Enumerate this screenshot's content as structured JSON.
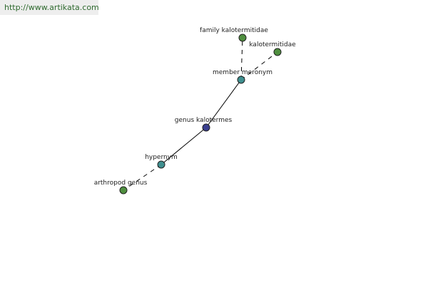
{
  "watermark": {
    "text": "http://www.artikata.com"
  },
  "colors": {
    "center": "#3a3f8f",
    "relation": "#3f8f8f",
    "leaf": "#4f8f3f"
  },
  "graph": {
    "nodes": [
      {
        "id": "genus_kalotermes",
        "label": "genus kalotermes",
        "kind": "center"
      },
      {
        "id": "member_meronym",
        "label": "member meronym",
        "kind": "relation"
      },
      {
        "id": "hypernym",
        "label": "hypernym",
        "kind": "relation"
      },
      {
        "id": "family_kalotermitidae",
        "label": "family kalotermitidae",
        "kind": "leaf"
      },
      {
        "id": "kalotermitidae",
        "label": "kalotermitidae",
        "kind": "leaf"
      },
      {
        "id": "arthropod_genus",
        "label": "arthropod genus",
        "kind": "leaf"
      }
    ],
    "edges": [
      {
        "from": "genus_kalotermes",
        "to": "member_meronym",
        "style": "solid"
      },
      {
        "from": "genus_kalotermes",
        "to": "hypernym",
        "style": "solid"
      },
      {
        "from": "member_meronym",
        "to": "family_kalotermitidae",
        "style": "dashed"
      },
      {
        "from": "member_meronym",
        "to": "kalotermitidae",
        "style": "dashed"
      },
      {
        "from": "hypernym",
        "to": "arthropod_genus",
        "style": "dashed"
      }
    ]
  }
}
